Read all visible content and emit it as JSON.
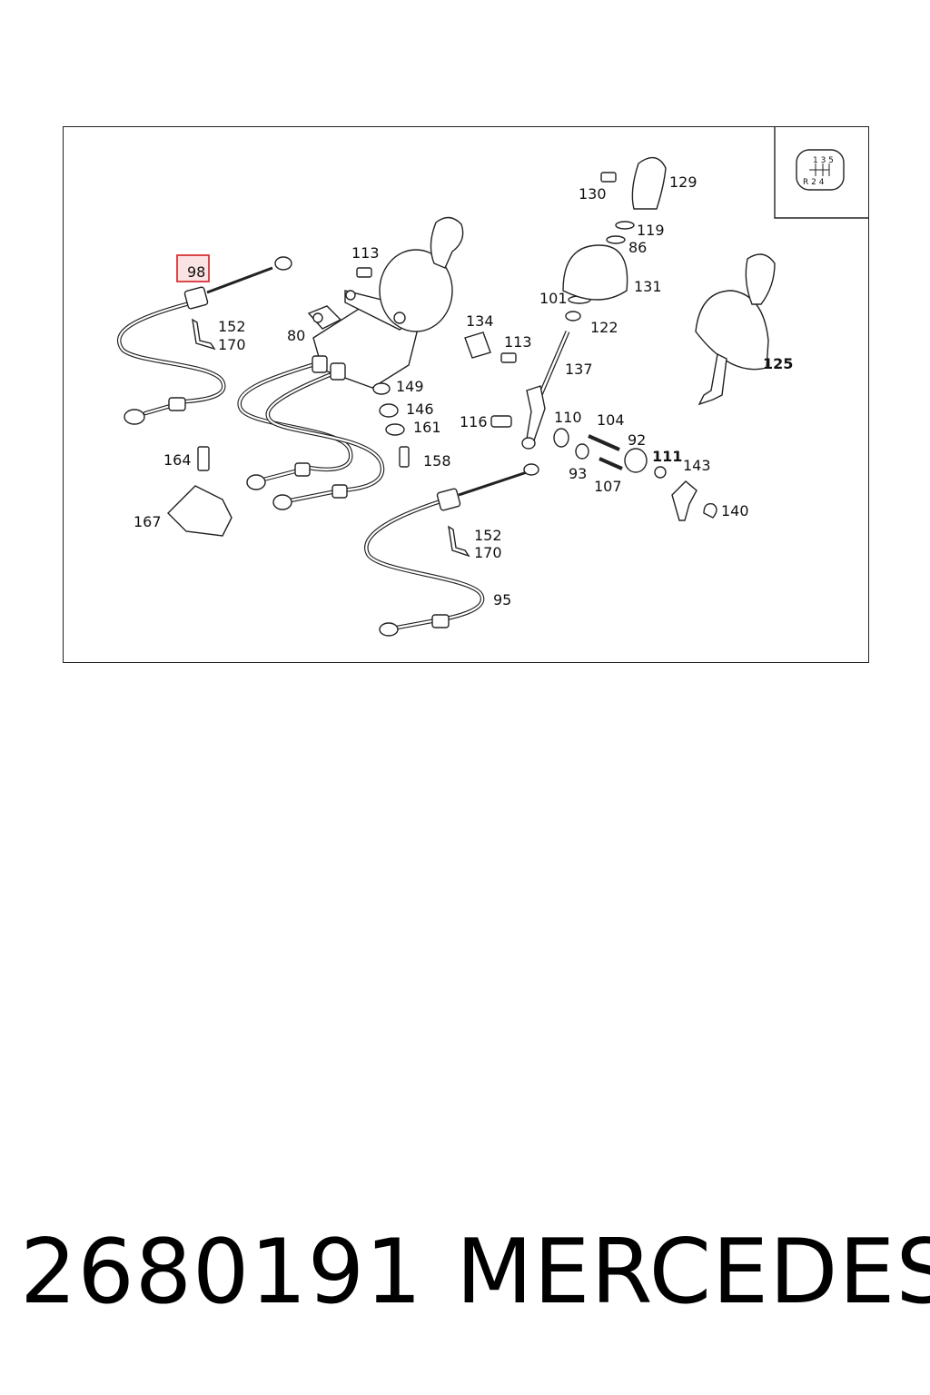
{
  "diagram": {
    "highlighted_label": "98",
    "highlight_color": "#d9343a",
    "gear_pattern": {
      "top": "1 3 5",
      "bottom": "R 2 4"
    },
    "labels": {
      "p113a": "113",
      "p113b": "113",
      "p80": "80",
      "p152a": "152",
      "p170a": "170",
      "p152b": "152",
      "p170b": "170",
      "p164": "164",
      "p167": "167",
      "p149": "149",
      "p146": "146",
      "p161": "161",
      "p158": "158",
      "p134": "134",
      "p137": "137",
      "p116": "116",
      "p110": "110",
      "p104": "104",
      "p92": "92",
      "p111": "111",
      "p143": "143",
      "p93": "93",
      "p107": "107",
      "p140": "140",
      "p95": "95",
      "p101": "101",
      "p122": "122",
      "p131": "131",
      "p130": "130",
      "p129": "129",
      "p119": "119",
      "p86": "86",
      "p125": "125"
    }
  },
  "footer": {
    "part_number": "2680191",
    "brand": "MERCEDES"
  }
}
